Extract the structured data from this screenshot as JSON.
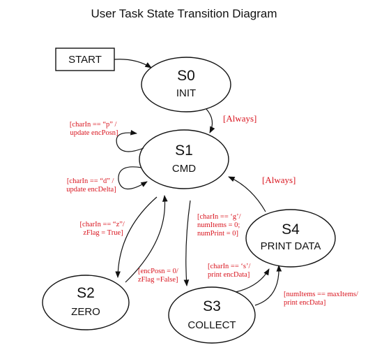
{
  "title": "User Task State Transition Diagram",
  "colors": {
    "label": "#d9141e",
    "stroke": "#111111",
    "fill": "#ffffff"
  },
  "start_label": "START",
  "states": {
    "s0": {
      "id": "S0",
      "name": "INIT"
    },
    "s1": {
      "id": "S1",
      "name": "CMD"
    },
    "s2": {
      "id": "S2",
      "name": "ZERO"
    },
    "s3": {
      "id": "S3",
      "name": "COLLECT"
    },
    "s4": {
      "id": "S4",
      "name": "PRINT DATA"
    }
  },
  "transitions": {
    "s0_s1": [
      "[Always]"
    ],
    "self_p": [
      "[charIn == “p” /",
      "update encPosn]"
    ],
    "self_d": [
      "[charIn == “d” /",
      "update encDelta]"
    ],
    "s1_s2": [
      "[charIn == “z”/",
      "zFlag = True]"
    ],
    "s2_s1": [
      "[encPosn = 0/",
      "zFlag =False]"
    ],
    "s1_s3": [
      "[charIn == ‘g’/",
      "numItems = 0;",
      "numPrint = 0]"
    ],
    "s3_s4": [
      "[charIn == ‘s’/",
      "print encData]"
    ],
    "s3_s4_loop": [
      "[numItems == maxItems/",
      "print encData]"
    ],
    "s4_s1": [
      "[Always]"
    ]
  }
}
